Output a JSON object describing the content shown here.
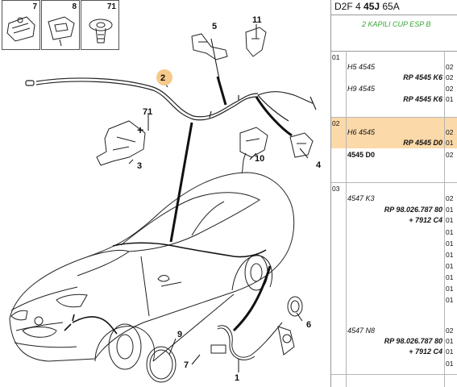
{
  "header": {
    "prefix": "D2F 4 ",
    "bold": "45J",
    "suffix": " 65A"
  },
  "subtitle": "2 KAPILI CUP ESP B",
  "thumbnails": [
    {
      "num": "7",
      "icon": "connector-clip-icon"
    },
    {
      "num": "8",
      "icon": "cable-clip-icon"
    },
    {
      "num": "71",
      "icon": "push-rivet-icon"
    }
  ],
  "callouts": [
    "2",
    "5",
    "11",
    "71",
    "3",
    "10",
    "4",
    "6",
    "9",
    "7",
    "1"
  ],
  "groups": [
    {
      "code": "01",
      "rows": [
        {
          "text": "H5 4545",
          "style": "italic",
          "qty": "02"
        },
        {
          "text": "RP 4545 K6",
          "style": "rp",
          "qty": "02"
        },
        {
          "text": "H9 4545",
          "style": "italic",
          "qty": "02"
        },
        {
          "text": "RP 4545 K6",
          "style": "rp",
          "qty": "01"
        }
      ]
    },
    {
      "code": "02",
      "rows": [
        {
          "text": "H6 4545",
          "style": "italic",
          "qty": "02"
        },
        {
          "text": "RP 4545 D0",
          "style": "rp",
          "qty": "01"
        },
        {
          "text": "4545 D0",
          "style": "bold",
          "qty": "02"
        }
      ]
    },
    {
      "code": "03",
      "rows": [
        {
          "text": "4547 K3",
          "style": "italic",
          "qty": "02"
        },
        {
          "text": "RP 98.026.787 80",
          "style": "rp",
          "qty": "01"
        },
        {
          "text": "+ 7912 C4",
          "style": "rp",
          "qty": "01"
        },
        {
          "text": "",
          "style": "blank",
          "qty": "01"
        },
        {
          "text": "",
          "style": "blank",
          "qty": "01"
        },
        {
          "text": "",
          "style": "blank",
          "qty": "01"
        },
        {
          "text": "",
          "style": "blank",
          "qty": "01"
        },
        {
          "text": "",
          "style": "blank",
          "qty": "01"
        },
        {
          "text": "",
          "style": "blank",
          "qty": "01"
        },
        {
          "text": "",
          "style": "blank",
          "qty": "01"
        },
        {
          "text": "4547 N8",
          "style": "italic",
          "qty": "02"
        },
        {
          "text": "RP 98.026.787 80",
          "style": "rp",
          "qty": "01"
        },
        {
          "text": "+ 7912 C4",
          "style": "rp",
          "qty": "01"
        },
        {
          "text": "",
          "style": "blank",
          "qty": "01"
        }
      ]
    }
  ]
}
